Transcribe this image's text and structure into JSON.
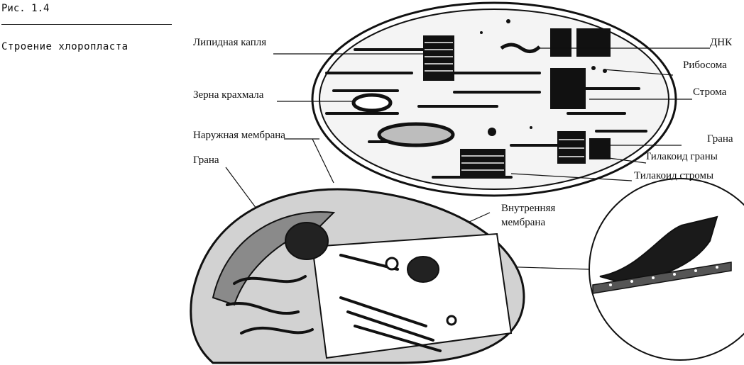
{
  "figure": {
    "number": "Рис. 1.4",
    "title": "Строение хлоропласта"
  },
  "labels": {
    "lipid_droplet": "Липидная капля",
    "starch_grains": "Зерна крахмала",
    "outer_membrane": "Наружная мембрана",
    "granum_left": "Грана",
    "dna": "ДНК",
    "ribosome": "Рибосома",
    "stroma": "Строма",
    "granum_right": "Грана",
    "granum_thylakoid": "Тилакоид граны",
    "stroma_thylakoid": "Тилакоид стромы",
    "inner_membrane_line1": "Внутренняя",
    "inner_membrane_line2": "мембрана"
  }
}
